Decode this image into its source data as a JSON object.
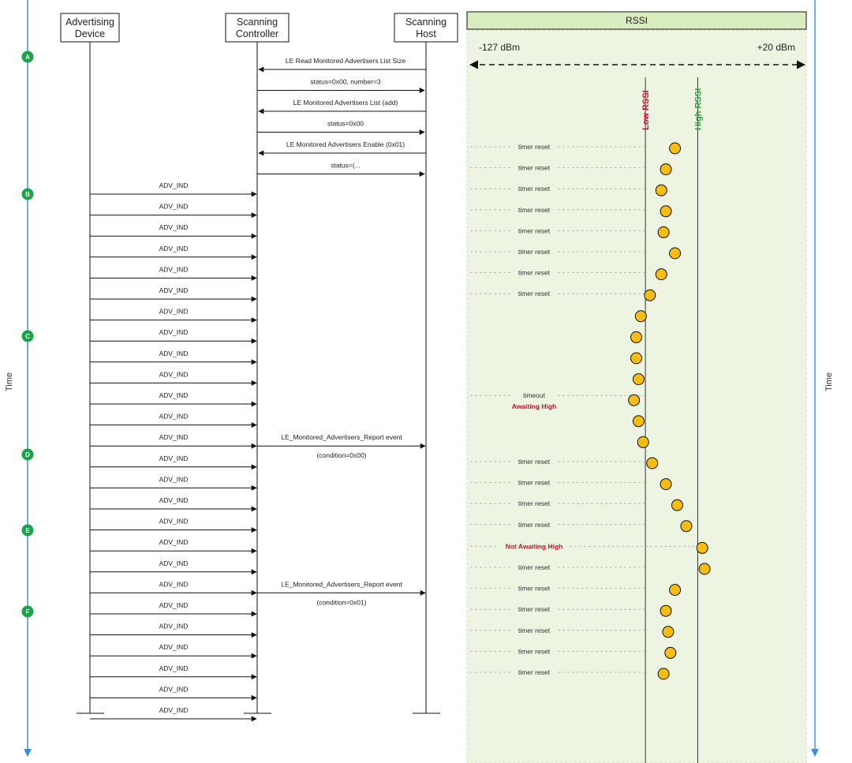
{
  "participants": {
    "advertising_device": [
      "Advertising",
      "Device"
    ],
    "scanning_controller": [
      "Scanning",
      "Controller"
    ],
    "scanning_host": [
      "Scanning",
      "Host"
    ]
  },
  "time_label": "Time",
  "phases": [
    "A",
    "B",
    "C",
    "D",
    "E",
    "F"
  ],
  "setup_messages": [
    {
      "text": "LE Read Monitored Advertisers List Size",
      "dir": "host_to_controller"
    },
    {
      "text": "status=0x00, number=3",
      "dir": "controller_to_host"
    },
    {
      "text": "LE Monitored Advertisers List (add)",
      "dir": "host_to_controller"
    },
    {
      "text": "status=0x00",
      "dir": "controller_to_host"
    },
    {
      "text": "LE Monitored Advertisers Enable (0x01)",
      "dir": "host_to_controller"
    },
    {
      "text": "status=(...",
      "dir": "controller_to_host"
    }
  ],
  "adv_label": "ADV_IND",
  "adv_count": 26,
  "reports": [
    {
      "text": "LE_Monitored_Advertisers_Report event",
      "sub": "(condition=0x00)"
    },
    {
      "text": "LE_Monitored_Advertisers_Report event",
      "sub": "(condition=0x01)"
    }
  ],
  "rssi": {
    "title": "RSSI",
    "min_label": "-127 dBm",
    "max_label": "+20 dBm",
    "min": -127,
    "max": 20,
    "low_threshold_label": "Low RSSI",
    "high_threshold_label": "High RSSI",
    "low_threshold": -50,
    "high_threshold": -27,
    "samples": [
      {
        "rssi": -37,
        "note": "timer reset"
      },
      {
        "rssi": -41,
        "note": "timer reset"
      },
      {
        "rssi": -43,
        "note": "timer reset"
      },
      {
        "rssi": -41,
        "note": "timer reset"
      },
      {
        "rssi": -42,
        "note": "timer reset"
      },
      {
        "rssi": -37,
        "note": "timer reset"
      },
      {
        "rssi": -43,
        "note": "timer reset"
      },
      {
        "rssi": -48,
        "note": "timer reset"
      },
      {
        "rssi": -52,
        "note": ""
      },
      {
        "rssi": -54,
        "note": ""
      },
      {
        "rssi": -54,
        "note": ""
      },
      {
        "rssi": -53,
        "note": ""
      },
      {
        "rssi": -55,
        "note": "timeout",
        "status": "Awaiting High"
      },
      {
        "rssi": -53,
        "note": ""
      },
      {
        "rssi": -51,
        "note": ""
      },
      {
        "rssi": -47,
        "note": "timer reset"
      },
      {
        "rssi": -41,
        "note": "timer reset"
      },
      {
        "rssi": -36,
        "note": "timer reset"
      },
      {
        "rssi": -32,
        "note": "timer reset"
      },
      {
        "rssi": -25,
        "note": "",
        "status": "Not Awaiting High"
      },
      {
        "rssi": -24,
        "note": "timer reset"
      },
      {
        "rssi": -37,
        "note": "timer reset"
      },
      {
        "rssi": -41,
        "note": "timer reset"
      },
      {
        "rssi": -40,
        "note": "timer reset"
      },
      {
        "rssi": -39,
        "note": "timer reset"
      },
      {
        "rssi": -42,
        "note": "timer reset"
      }
    ]
  },
  "colors": {
    "timeline": "#2b8ff0",
    "badge": "#1aa34a",
    "panel": "#eef4e2",
    "header": "#d9ecc0",
    "sample": "#f7bd15",
    "red": "#c8102e",
    "green": "#2e9e3e"
  }
}
